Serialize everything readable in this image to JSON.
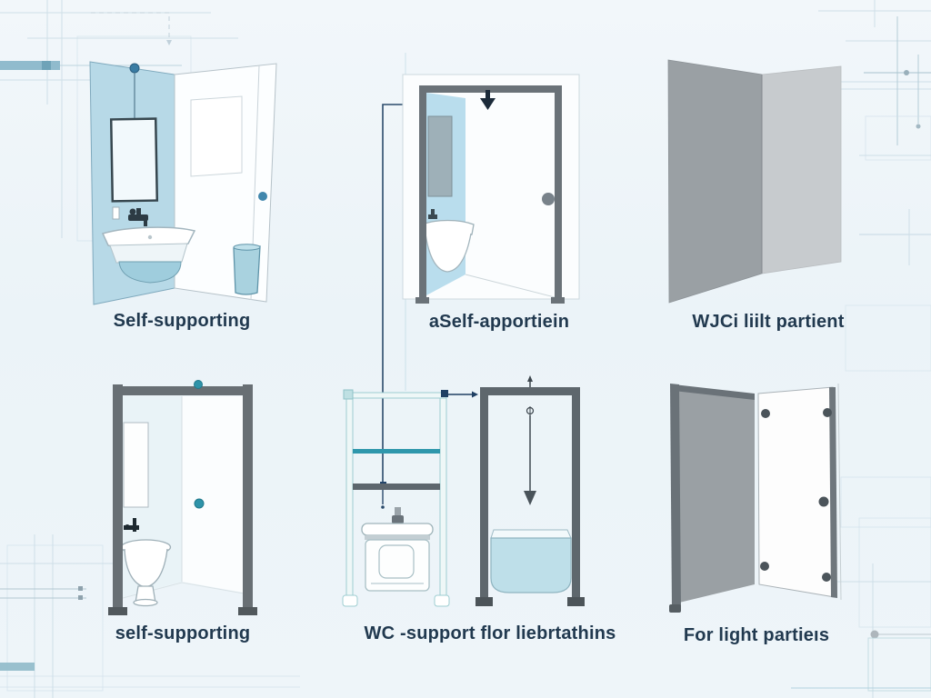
{
  "panels": [
    {
      "id": "corner-bathroom",
      "caption": "Self-supporting"
    },
    {
      "id": "door-frame-basin",
      "caption": "aSelf-apportiein"
    },
    {
      "id": "gray-corner-panels",
      "caption": "WJCi liilt partient"
    },
    {
      "id": "frame-with-bidet",
      "caption": "self-supporting"
    },
    {
      "id": "wc-support-frames",
      "caption": "WC -support flor liebrtathins"
    },
    {
      "id": "gray-door-panels",
      "caption": "For light partieıs"
    }
  ],
  "colors": {
    "background": "#eef5f9",
    "caption_text": "#21394f",
    "light_blue_wall": "#b7d9e7",
    "interior_blue_wall": "#b9dded",
    "frame_dark_gray": "#6a7278",
    "panel_gray": "#9aa0a4",
    "panel_gray_light": "#c7cbce",
    "teal_accent": "#2e93a9",
    "navy_leader_line": "#1f3f63",
    "tank_blue": "#bedfe9",
    "handle_blue": "#4187ad"
  }
}
